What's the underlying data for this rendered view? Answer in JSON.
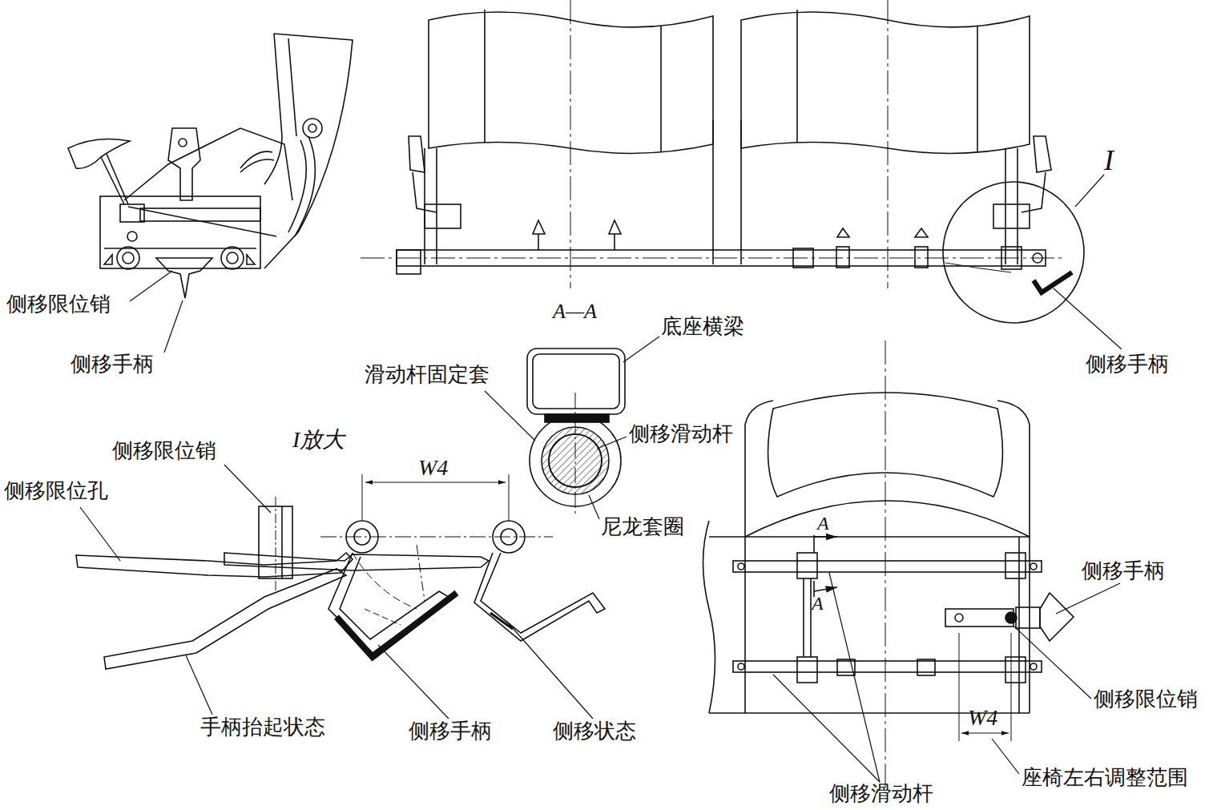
{
  "diagram": {
    "labels": [
      "侧移限位销",
      "侧移手柄",
      "I",
      "侧移手柄",
      "A—A",
      "底座横梁",
      "滑动杆固定套",
      "侧移滑动杆",
      "尼龙套圈",
      "I放大",
      "侧移限位销",
      "侧移限位孔",
      "W4",
      "手柄抬起状态",
      "侧移手柄",
      "侧移状态",
      "A",
      "A",
      "侧移手柄",
      "侧移限位销",
      "W4",
      "侧移滑动杆",
      "座椅左右调整范围"
    ]
  }
}
